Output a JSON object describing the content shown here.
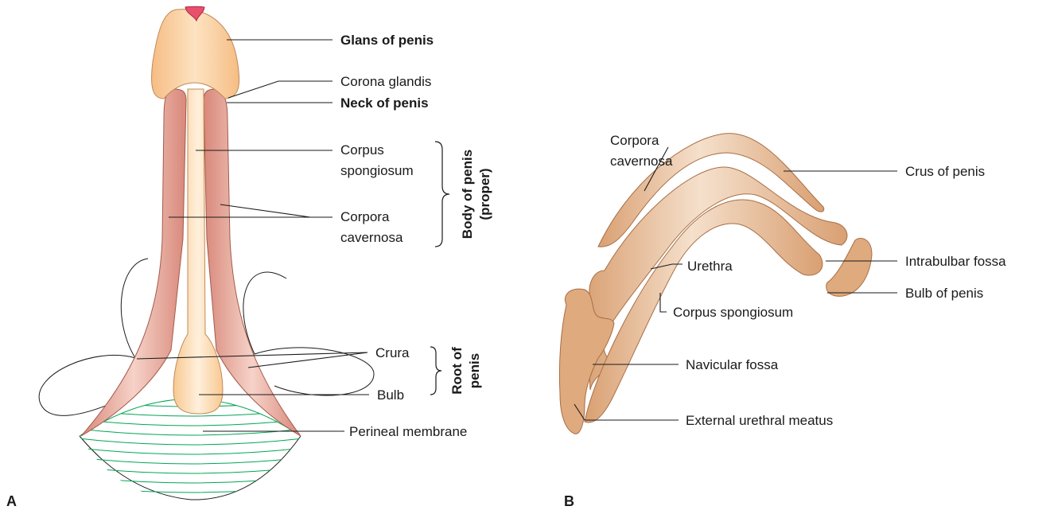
{
  "panel_a": {
    "letter": "A",
    "labels": {
      "glans": "Glans of penis",
      "corona": "Corona glandis",
      "neck": "Neck of penis",
      "corpus_sp_1": "Corpus",
      "corpus_sp_2": "spongiosum",
      "corpora_cav_1": "Corpora",
      "corpora_cav_2": "cavernosa",
      "crura": "Crura",
      "bulb": "Bulb",
      "perineal": "Perineal membrane"
    },
    "groups": {
      "body_1": "Body of penis",
      "body_2": "(proper)",
      "root_1": "Root of",
      "root_2": "penis"
    }
  },
  "panel_b": {
    "letter": "B",
    "labels": {
      "corpora_cav_1": "Corpora",
      "corpora_cav_2": "cavernosa",
      "crus": "Crus of penis",
      "urethra": "Urethra",
      "intrabulbar": "Intrabulbar fossa",
      "bulb": "Bulb of penis",
      "corpus_sp": "Corpus spongiosum",
      "navicular": "Navicular fossa",
      "meatus": "External urethral meatus"
    }
  },
  "colors": {
    "glans": "#f9c894",
    "cavernosa": "#e3a088",
    "spongiosum": "#fbd9ae",
    "membrane_lines": "#00a651",
    "meatus": "#e8506e",
    "section_tan": "#deaa7e"
  }
}
